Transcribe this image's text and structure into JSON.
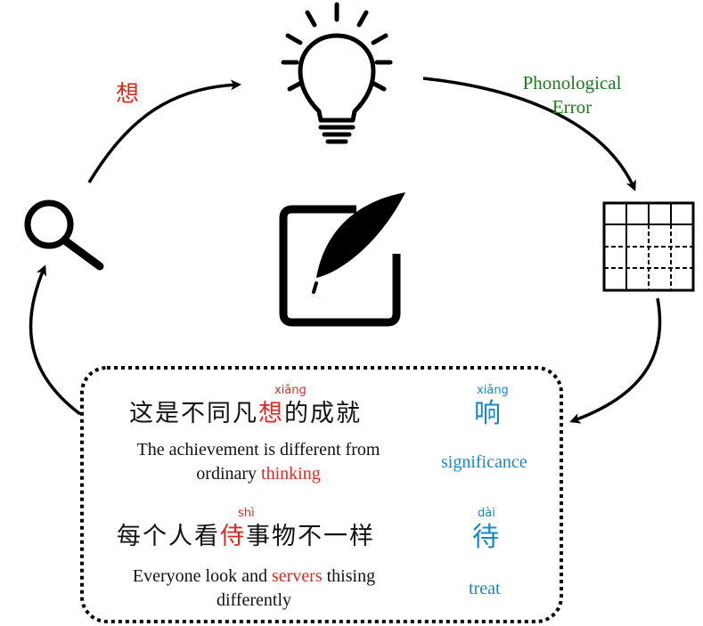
{
  "cycle": {
    "think_char": "想",
    "error_label": "Phonological\nError"
  },
  "examples": [
    {
      "pinyin_wrong": "xiǎng",
      "sentence_pre": "这是不同凡",
      "wrong_char": "想",
      "sentence_post": "的成就",
      "translation_pre": "The achievement is different from ordinary ",
      "translation_error": "thinking",
      "pinyin_correct": "xiǎng",
      "correct_char": "响",
      "correct_meaning": "significance"
    },
    {
      "pinyin_wrong": "shì",
      "sentence_pre": "每个人看",
      "wrong_char": "侍",
      "sentence_post": "事物不一样",
      "translation_pre": "Everyone look and ",
      "translation_error": "servers",
      "translation_post": " thising differently",
      "pinyin_correct": "dài",
      "correct_char": "待",
      "correct_meaning": "treat"
    }
  ],
  "icons": [
    "lightbulb-icon",
    "grid-icon",
    "magnifier-icon",
    "edit-feather-icon"
  ],
  "colors": {
    "error_red": "#e0291f",
    "correct_blue": "#1a86c8",
    "label_green": "#1f7a1f"
  }
}
